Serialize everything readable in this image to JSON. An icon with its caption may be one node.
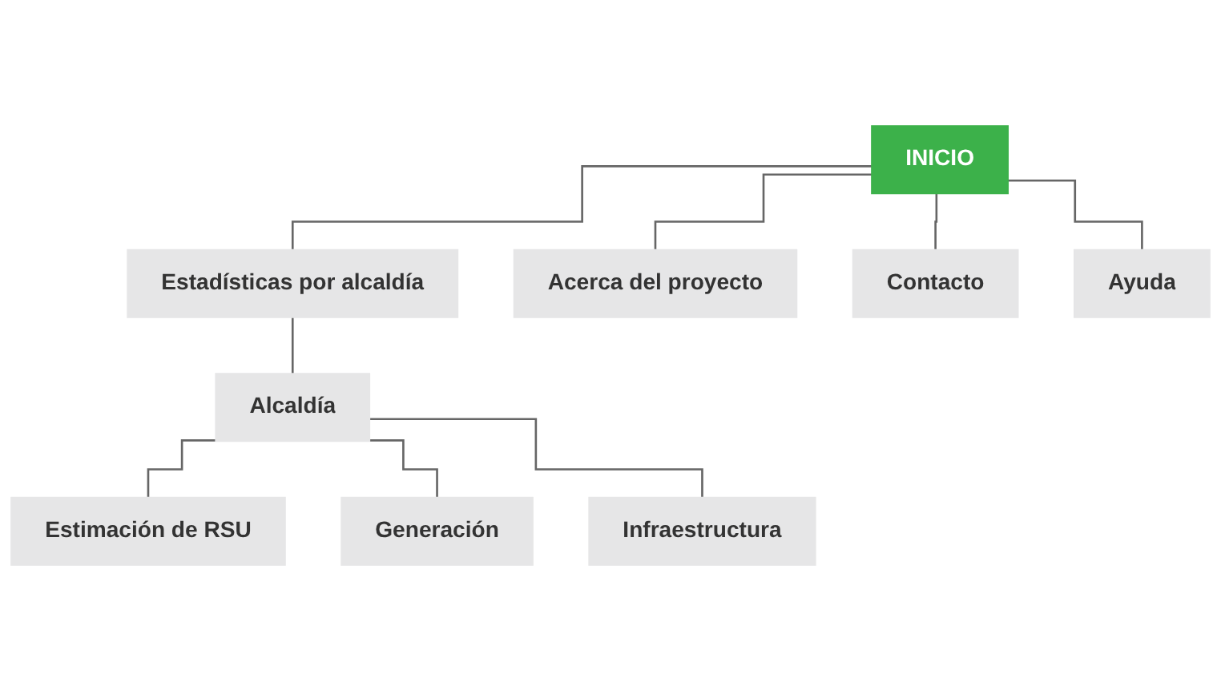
{
  "diagram": {
    "nodes": [
      {
        "text": [
          "INICIO"
        ]
      },
      {
        "text": [
          "Estadísticas por alcaldía"
        ]
      },
      {
        "text": [
          "Acerca del proyecto"
        ]
      },
      {
        "text": [
          "Contacto"
        ]
      },
      {
        "text": [
          "Ayuda"
        ]
      },
      {
        "text": [
          "Alcaldía"
        ]
      },
      {
        "text": [
          "Estimación de RSU"
        ]
      },
      {
        "text": [
          "Generación"
        ]
      },
      {
        "text": [
          "Infraestructura"
        ]
      }
    ],
    "edges": [
      {
        "from": 0,
        "to": 1,
        "arrow": "none"
      },
      {
        "from": 0,
        "to": 2,
        "arrow": "none"
      },
      {
        "from": 0,
        "to": 3,
        "arrow": "none"
      },
      {
        "from": 0,
        "to": 4,
        "arrow": "none"
      },
      {
        "from": 1,
        "to": 5,
        "arrow": "none"
      },
      {
        "from": 5,
        "to": 6,
        "arrow": "none"
      },
      {
        "from": 5,
        "to": 7,
        "arrow": "none"
      },
      {
        "from": 5,
        "to": 8,
        "arrow": "none"
      }
    ]
  }
}
